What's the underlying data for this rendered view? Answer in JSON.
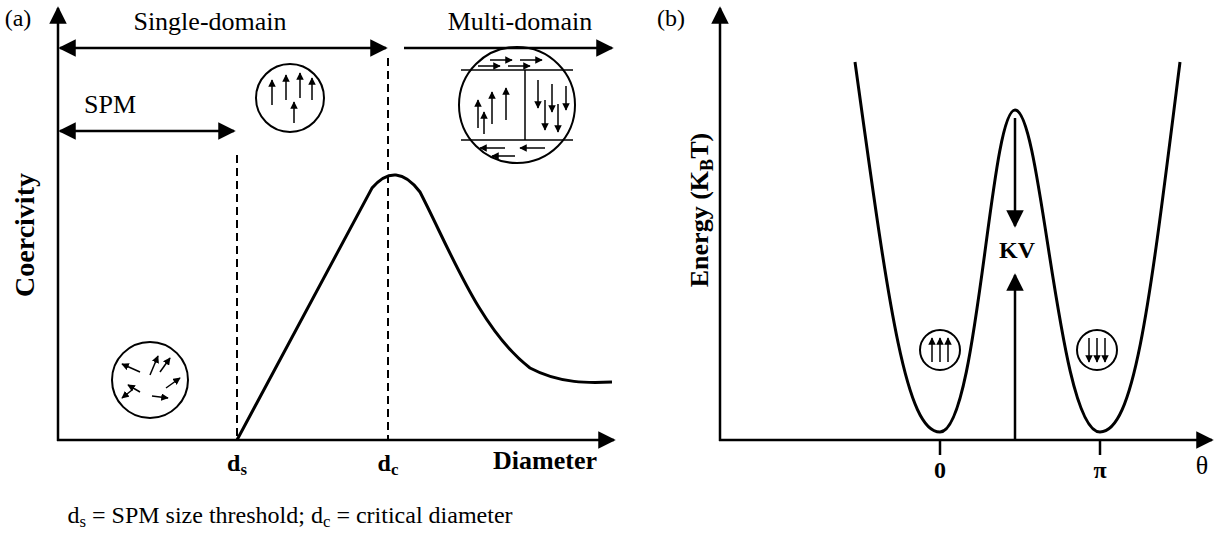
{
  "diagram": {
    "caption": "ds = SPM size threshold; dc = critical diameter",
    "labels": [
      "(a)",
      "Single-domain",
      "Multi-domain",
      "SPM",
      "Coercivity",
      "ds",
      "dc",
      "Diameter",
      "(b)",
      "Energy (KBT)",
      "KV",
      "0",
      "π",
      "θ"
    ]
  }
}
